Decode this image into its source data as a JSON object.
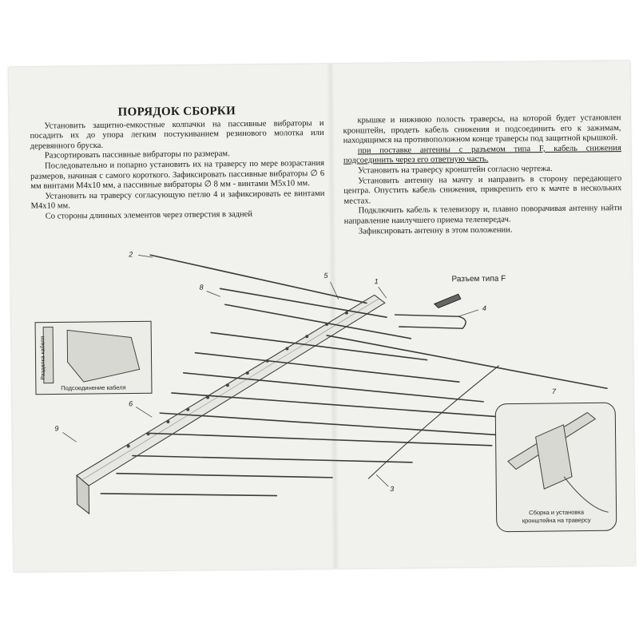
{
  "left_page": {
    "title": "ПОРЯДОК СБОРКИ",
    "paragraphs": [
      "Установить защитно-емкостные колпачки на пассивные вибраторы и посадить их до упора легким постукиванием резинового молотка или деревянного бруска.",
      "Разсортировать пассивные вибраторы по размерам.",
      "Последовательно и попарно установить их на траверсу по мере возрастания размеров, начиная с самого короткого. Зафиксировать пассивные вибраторы ∅ 6 мм винтами М4х10 мм, а пассивные вибраторы ∅ 8 мм - винтами М5х10 мм.",
      "Установить на траверсу согласующую петлю 4 и зафиксировать ее винтами М4х10 мм.",
      "Со стороны длинных элементов через отверстия в задней"
    ]
  },
  "right_page": {
    "paragraphs": [
      "крышке и нижнюю полость траверсы, на которой будет установлен кронштейн, продеть кабель снижения и подсоединить его к зажимам, находящимся на противоположном конце траверсы под защитной крышкой.",
      "при поставке антенны с разъемом типа F, кабель снижения подсоединить через его ответную часть.",
      "Установить на траверсу кронштейн согласно чертежа.",
      "Установить антенну на мачту и направить в сторону передающего центра. Опустить кабель снижения, прикрепить его к мачте в нескольких местах.",
      "Подключить кабель к телевизору и, плавно поворачивая антенну найти направление наилучшего приема телепередач.",
      "Зафиксировать антенну в этом положении."
    ]
  },
  "diagram": {
    "callouts": [
      "1",
      "2",
      "3",
      "4",
      "5",
      "6",
      "7",
      "8",
      "9"
    ],
    "connector_label": "Разъем типа F",
    "inset_left_caption": "Подсоединение кабеля",
    "inset_left_vertical": "Разделка кабеля",
    "inset_right_caption_1": "Сборка и установка",
    "inset_right_caption_2": "кронштейна на траверсу"
  }
}
